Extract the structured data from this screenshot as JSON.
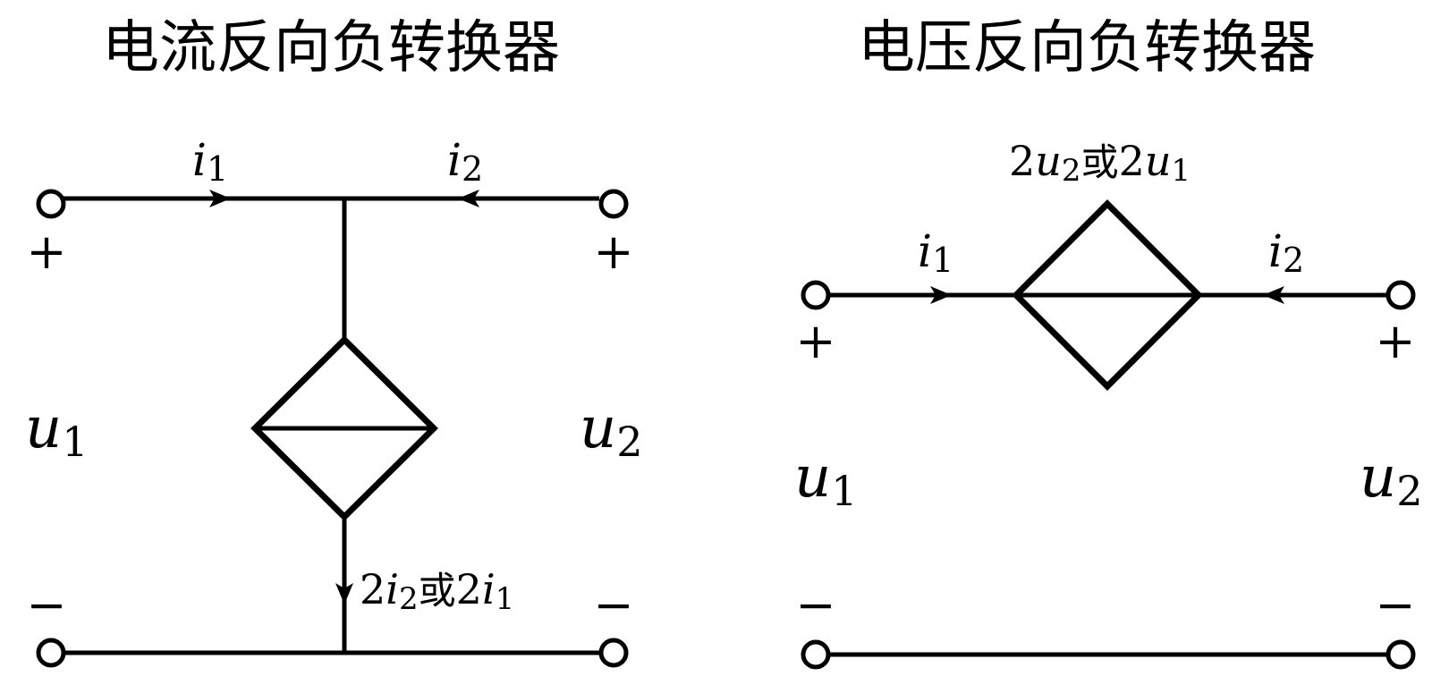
{
  "left": {
    "title": "电流反向负转换器",
    "i1": {
      "base": "i",
      "sub": "1"
    },
    "i2": {
      "base": "i",
      "sub": "2"
    },
    "u1": {
      "base": "u",
      "sub": "1"
    },
    "u2": {
      "base": "u",
      "sub": "2"
    },
    "plus": "+",
    "minus": "−",
    "source_label": {
      "coef1": "2",
      "var1": "i",
      "sub1": "2",
      "or": "或",
      "coef2": "2",
      "var2": "i",
      "sub2": "1"
    }
  },
  "right": {
    "title": "电压反向负转换器",
    "i1": {
      "base": "i",
      "sub": "1"
    },
    "i2": {
      "base": "i",
      "sub": "2"
    },
    "u1": {
      "base": "u",
      "sub": "1"
    },
    "u2": {
      "base": "u",
      "sub": "2"
    },
    "plus": "+",
    "minus": "−",
    "source_label": {
      "coef1": "2",
      "var1": "u",
      "sub1": "2",
      "or": "或",
      "coef2": "2",
      "var2": "u",
      "sub2": "1"
    }
  }
}
